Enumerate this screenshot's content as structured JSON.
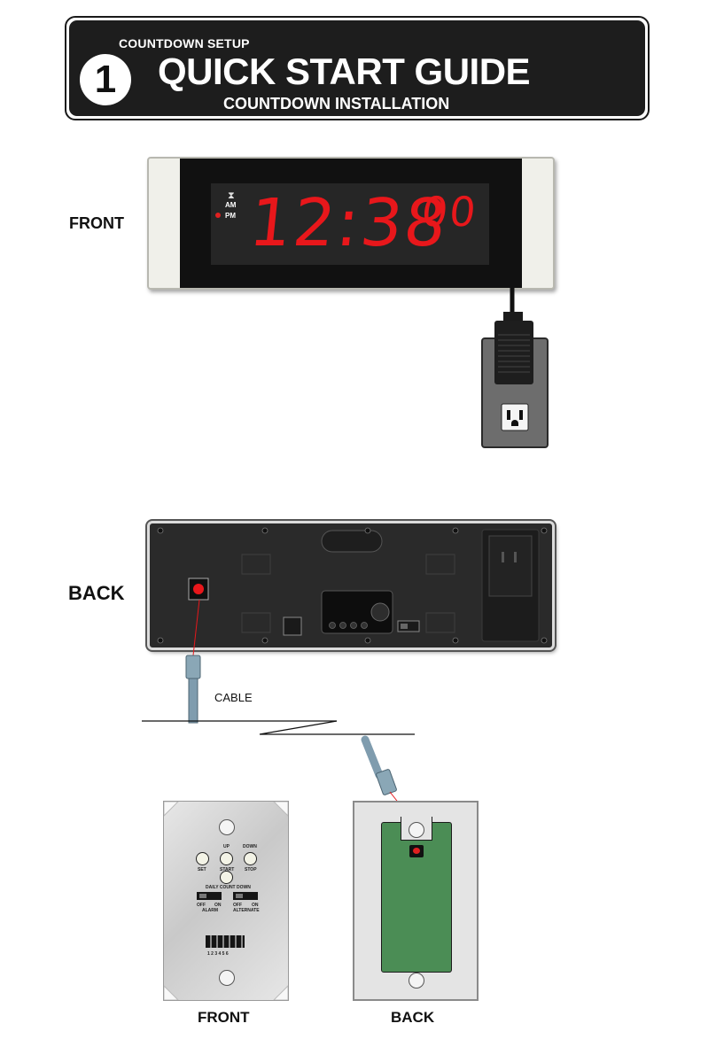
{
  "header": {
    "step_number": "1",
    "kicker": "COUNTDOWN SETUP",
    "title": "QUICK START GUIDE",
    "subtitle": "COUNTDOWN INSTALLATION"
  },
  "front_view": {
    "label": "FRONT",
    "display": {
      "hourglass_symbol": "⧗",
      "am_label": "AM",
      "pm_label": "PM",
      "time_main": "12:38",
      "time_seconds": "00",
      "digit_color": "#e8171b"
    }
  },
  "back_view": {
    "label": "BACK",
    "cable_label": "CABLE"
  },
  "wall_plate_front": {
    "label": "FRONT",
    "buttons": {
      "up": "UP",
      "down": "DOWN",
      "set": "SET",
      "start": "START",
      "stop": "STOP",
      "daily_count_down": "DAILY COUNT DOWN"
    },
    "alarm_switch": {
      "off": "OFF",
      "on": "ON",
      "name": "ALARM"
    },
    "alternate_switch": {
      "off": "OFF",
      "on": "ON",
      "name": "ALTERNATE"
    },
    "dip_numbers": "1 2 3 4 5 6"
  },
  "wall_plate_back": {
    "label": "BACK",
    "board_color": "#4b8d55"
  }
}
